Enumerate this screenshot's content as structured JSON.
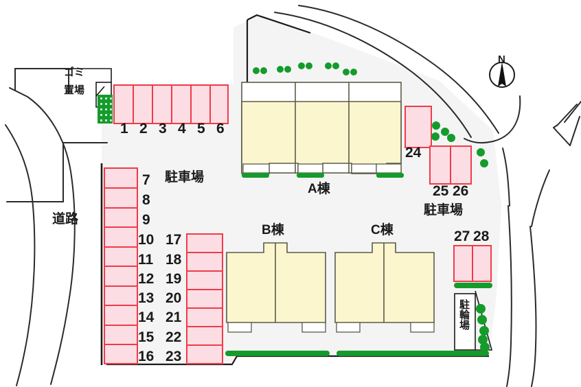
{
  "plan": {
    "title": "Apartment site plan",
    "colors": {
      "site_fill": "#f4f4f4",
      "parking_fill": "#fcdde4",
      "parking_stroke": "#ef3b4a",
      "building_fill": "#fbf6ce",
      "building_stroke": "#5a5a4a",
      "hedge_green": "#149b2b",
      "line_black": "#1a1a1a",
      "white": "#ffffff"
    },
    "labels": {
      "road": "道路",
      "garbage_area_line1": "ゴミ",
      "garbage_area_line2": "置場",
      "parking_lot_left": "駐車場",
      "parking_lot_right": "駐車場",
      "bicycle_parking": "駐輪場",
      "building_a": "A棟",
      "building_b": "B棟",
      "building_c": "C棟",
      "compass_north": "N"
    },
    "parking_rows": {
      "top_row": {
        "name": "top-parking-row",
        "stalls": [
          "1",
          "2",
          "3",
          "4",
          "5",
          "6"
        ]
      },
      "left_column": {
        "name": "left-parking-column",
        "stalls": [
          "7",
          "8",
          "9",
          "10",
          "11",
          "12",
          "13",
          "14",
          "15",
          "16"
        ]
      },
      "middle_column": {
        "name": "middle-parking-column",
        "stalls": [
          "17",
          "18",
          "19",
          "20",
          "21",
          "22",
          "23"
        ]
      },
      "east_upper": {
        "name": "east-upper-parking",
        "stalls": [
          "24"
        ]
      },
      "east_mid": {
        "name": "east-mid-parking",
        "stalls": [
          "25",
          "26"
        ]
      },
      "east_lower": {
        "name": "east-lower-parking",
        "stalls": [
          "27",
          "28"
        ]
      }
    }
  }
}
